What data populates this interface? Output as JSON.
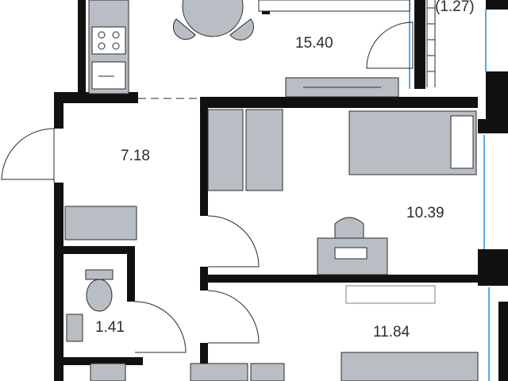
{
  "plan": {
    "rooms": [
      {
        "id": "kitchen-living",
        "area": "15.40"
      },
      {
        "id": "hall",
        "area": "7.18"
      },
      {
        "id": "bedroom-1",
        "area": "10.39"
      },
      {
        "id": "bedroom-2",
        "area": "11.84"
      },
      {
        "id": "bathroom",
        "area": "1.41"
      },
      {
        "id": "balcony",
        "area": "(1.27)"
      }
    ],
    "colors": {
      "wall": "#111111",
      "furniture_fill": "#b9bec4",
      "furniture_stroke": "#2b2b2b",
      "window": "#5aa9e6",
      "background": "#ffffff"
    }
  }
}
